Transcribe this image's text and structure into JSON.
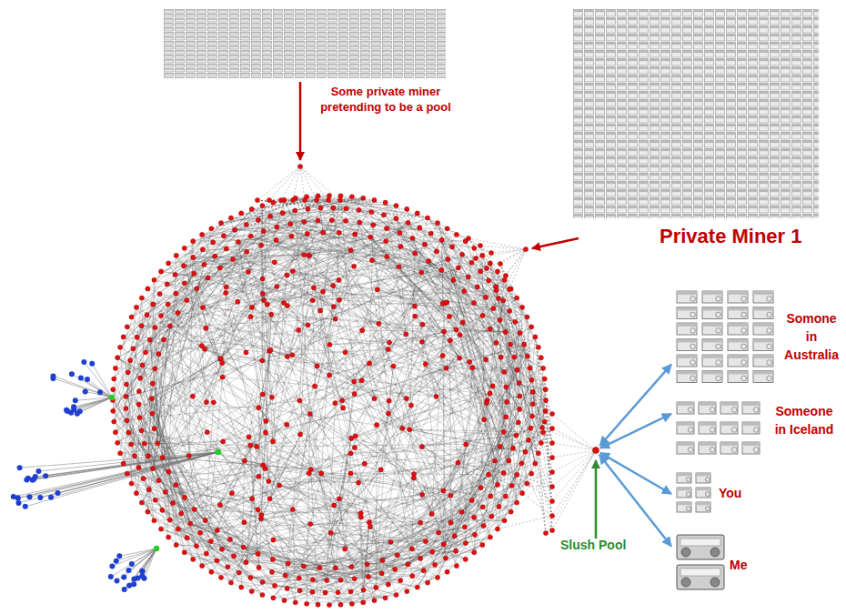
{
  "diagram": {
    "nodes": [
      {
        "text": [
          "Some private miner pretending to be a pool"
        ]
      },
      {
        "text": [
          "Private Miner 1"
        ]
      },
      {
        "text": [
          "Slush Pool"
        ]
      },
      {
        "text": [
          "Somone in Australia"
        ]
      },
      {
        "text": [
          "Someone in Iceland"
        ]
      },
      {
        "text": [
          "You"
        ]
      },
      {
        "text": [
          "Me"
        ]
      }
    ],
    "edges": [
      {
        "from": 2,
        "to": 3,
        "arrow": "both"
      },
      {
        "from": 2,
        "to": 4,
        "arrow": "both"
      },
      {
        "from": 2,
        "to": 5,
        "arrow": "both"
      },
      {
        "from": 2,
        "to": 6,
        "arrow": "both"
      }
    ]
  }
}
